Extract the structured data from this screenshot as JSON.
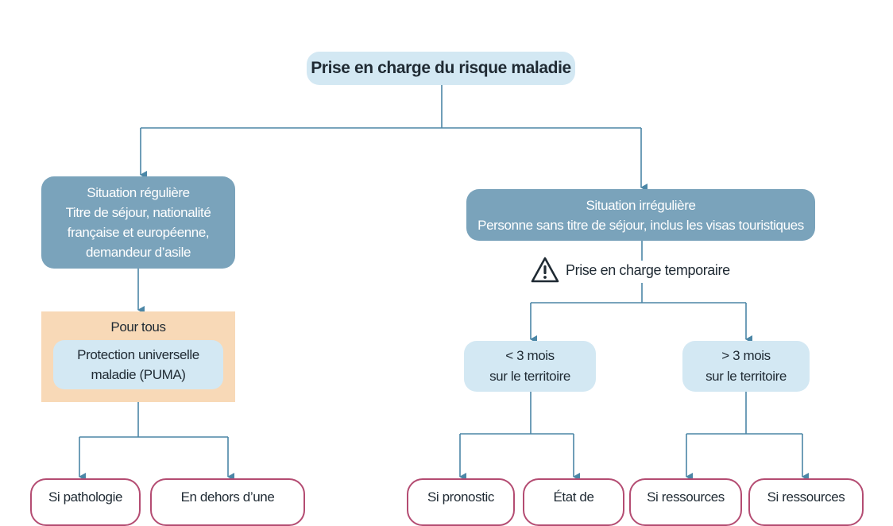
{
  "root": {
    "title": "Prise en charge du risque maladie"
  },
  "regular": {
    "lines": [
      "Situation régulière",
      "Titre de séjour, nationalité",
      "française et européenne,",
      "demandeur d’asile"
    ]
  },
  "irregular": {
    "lines": [
      "Situation irrégulière",
      "Personne sans titre de séjour, inclus les visas touristiques"
    ]
  },
  "puma": {
    "title": "Pour tous",
    "lines": [
      "Protection universelle",
      "maladie (PUMA)"
    ]
  },
  "temporary": {
    "icon": "warning-triangle-icon",
    "label": "Prise en charge temporaire"
  },
  "less_3_months": {
    "lines": [
      "< 3 mois",
      "sur le territoire"
    ]
  },
  "more_3_months": {
    "lines": [
      "> 3 mois",
      "sur le territoire"
    ]
  },
  "bottom_nodes": [
    {
      "label": "Si pathologie"
    },
    {
      "label": "En dehors d’une"
    },
    {
      "label": "Si pronostic"
    },
    {
      "label": "État de"
    },
    {
      "label": "Si ressources"
    },
    {
      "label": "Si ressources"
    }
  ],
  "colors": {
    "connector": "#4b86a6",
    "light_box": "#d3e8f3",
    "dark_box": "#7aa3bb",
    "peach_box": "#f8d9b7",
    "outline_border": "#b44c72"
  }
}
